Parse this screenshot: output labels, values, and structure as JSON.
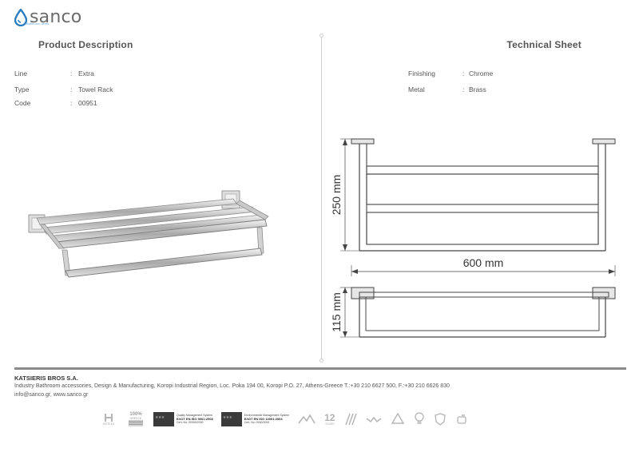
{
  "brand": {
    "name": "sanco",
    "tagline": "Bathroom Items",
    "accent_color": "#2a7ec2"
  },
  "left": {
    "heading": "Product Description",
    "specs": [
      {
        "key": "Line",
        "sep": ":",
        "value": "Extra"
      },
      {
        "key": "Type",
        "sep": ":",
        "value": "Towel Rack"
      },
      {
        "key": "Code",
        "sep": ":",
        "value": "00951"
      }
    ]
  },
  "right": {
    "heading": "Technical Sheet",
    "specs": [
      {
        "key": "Finishing",
        "sep": ":",
        "value": "Chrome"
      },
      {
        "key": "Metal",
        "sep": ":",
        "value": "Brass"
      }
    ]
  },
  "drawing": {
    "height_label": "250 mm",
    "width_label": "600 mm",
    "depth_label": "115 mm"
  },
  "footer": {
    "company": "KATSIERIS BROS S.A.",
    "address": "Industry Bathroom accessories, Design & Manufacturing, Koropi Industrial Region, Loc. Poka 194 00, Koropi P.O. 27, Athens-Greece   T.:+30 210 6627 500, F.:+30 210 6626 830",
    "contact": "info@sanco.gr, www.sanco.gr",
    "badges": {
      "hotels": "HOTELS",
      "greece_pct": "100%",
      "greece_word": "GREECE",
      "iso9001_title": "Quality Management System",
      "iso9001_code": "ΕΛΟΤ EN ISO 9001:2008",
      "iso9001_cert": "Cert. No: 00000/2000",
      "iso14001_title": "Environmental Management System",
      "iso14001_code": "ΕΛΟΤ EN ISO 14001:2004",
      "iso14001_cert": "Cert. No: 0000/2000",
      "years_num": "12",
      "years_word": "YEARS"
    }
  }
}
